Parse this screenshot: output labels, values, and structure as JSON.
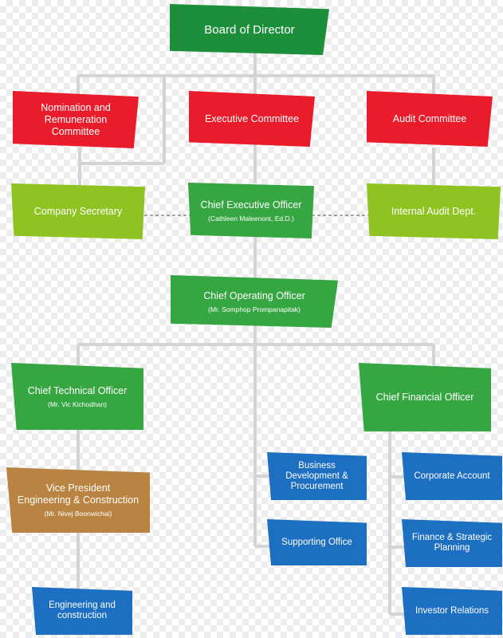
{
  "colors": {
    "connector": "#d4d4d4",
    "red": "#ea1c2c",
    "dark_green": "#1d8f3a",
    "light_green": "#8fc322",
    "green": "#35a641",
    "blue": "#1d6fc2",
    "brown": "#b98342"
  },
  "org": {
    "board": {
      "title": "Board of Director"
    },
    "nomination": {
      "title": "Nomination and\nRemuneration\nCommittee"
    },
    "executive": {
      "title": "Executive Committee"
    },
    "audit": {
      "title": "Audit Committee"
    },
    "secretary": {
      "title": "Company Secretary"
    },
    "ceo": {
      "title": "Chief Executive Officer",
      "name": "(Cathleen Maleenont, Ed.D.)"
    },
    "internal_audit": {
      "title": "Internal Audit Dept."
    },
    "coo": {
      "title": "Chief Operating Officer",
      "name": "(Mr. Somphop Prompanapitak)"
    },
    "cto": {
      "title": "Chief Technical Officer",
      "name": "(Mr. Vic Kichodhan)"
    },
    "cfo": {
      "title": "Chief Financial Officer"
    },
    "vp": {
      "title": "Vice President\nEngineering & Construction",
      "name": "(Mr. Nivej Boonwichai)"
    },
    "business_dev": {
      "title": "Business\nDevelopment &\nProcurement"
    },
    "supporting": {
      "title": "Supporting Office"
    },
    "corporate_account": {
      "title": "Corporate Account"
    },
    "finance_planning": {
      "title": "Finance & Strategic\nPlanning"
    },
    "investor_relations": {
      "title": "Investor Relations"
    },
    "engineering": {
      "title": "Engineering and\nconstruction"
    }
  }
}
